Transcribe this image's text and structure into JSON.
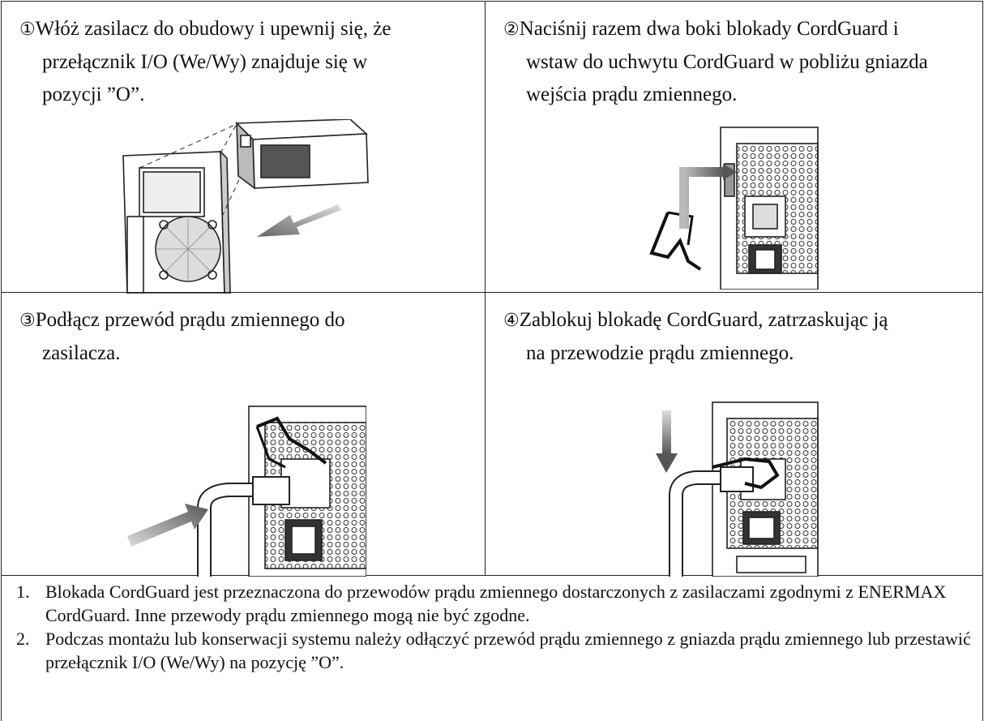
{
  "steps": [
    {
      "num": "①",
      "first": "Włóż zasilacz do obudowy i upewnij się, że",
      "rest": "przełącznik I/O (We/Wy) znajduje się w pozycji ”O”."
    },
    {
      "num": "②",
      "first": "Naciśnij razem dwa boki blokady CordGuard i",
      "rest": "wstaw do uchwytu CordGuard w pobliżu gniazda wejścia prądu zmiennego."
    },
    {
      "num": "③",
      "first": "Podłącz przewód prądu zmiennego do",
      "rest": "zasilacza."
    },
    {
      "num": "④",
      "first": "Zablokuj blokadę CordGuard, zatrzaskując ją",
      "rest": "na przewodzie prądu zmiennego."
    }
  ],
  "notes": [
    {
      "n": "1.",
      "text": "Blokada CordGuard jest przeznaczona do przewodów prądu zmiennego dostarczonych z zasilaczami zgodnymi z ENERMAX CordGuard. Inne przewody prądu zmiennego mogą nie być zgodne."
    },
    {
      "n": "2.",
      "text": "Podczas montażu lub konserwacji systemu należy odłączyć przewód prądu zmiennego z gniazda prądu zmiennego lub przestawić przełącznik I/O (We/Wy) na pozycję ”O”."
    }
  ]
}
